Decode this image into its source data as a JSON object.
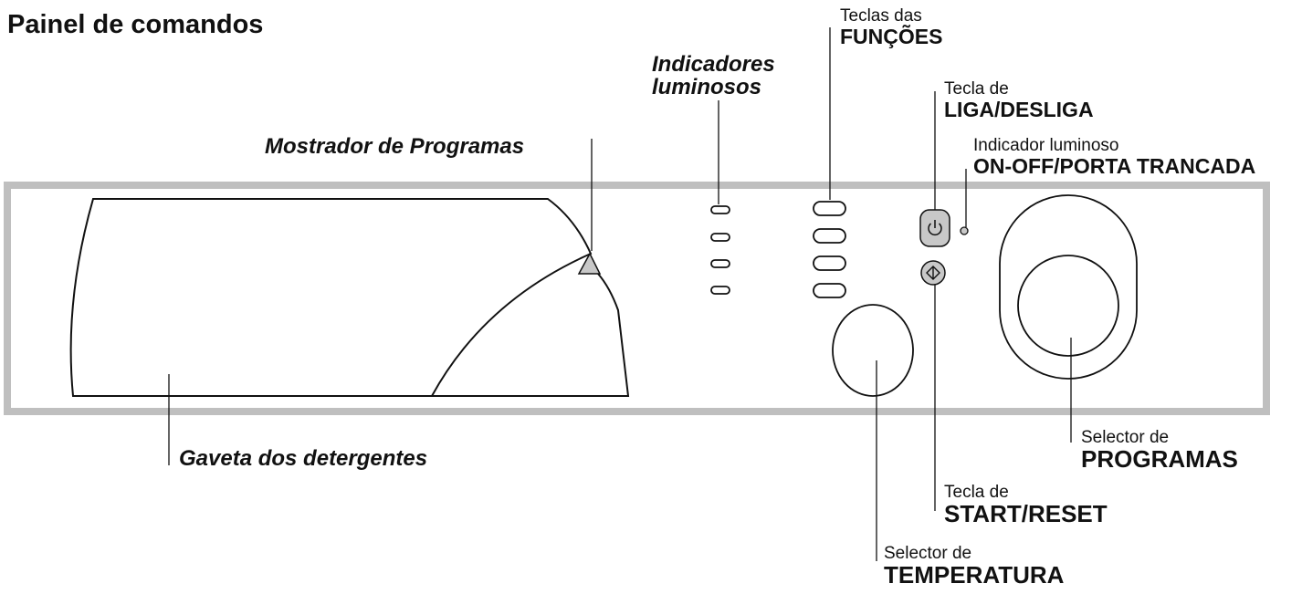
{
  "title": "Painel de comandos",
  "labels": {
    "indicadores": {
      "line1": "Indicadores",
      "line2": "luminosos"
    },
    "mostrador": "Mostrador de Programas",
    "teclas_funcoes": {
      "small": "Teclas das",
      "big": "FUNÇÕES"
    },
    "liga_desliga": {
      "small": "Tecla de",
      "big": "LIGA/DESLIGA"
    },
    "indicador_onoff": {
      "small": "Indicador luminoso",
      "big": "ON-OFF/PORTA TRANCADA"
    },
    "gaveta": "Gaveta dos detergentes",
    "selector_programas": {
      "small": "Selector de",
      "big": "PROGRAMAS"
    },
    "start_reset": {
      "small": "Tecla de",
      "big": "START/RESET"
    },
    "selector_temperatura": {
      "small": "Selector de",
      "big": "TEMPERATURA"
    }
  },
  "colors": {
    "panel_frame": "#bfbfbf",
    "button_fill": "#c8c8c8",
    "line": "#111111"
  },
  "icons": {
    "power_button": "power-icon",
    "start_button": "start-reset-icon"
  }
}
